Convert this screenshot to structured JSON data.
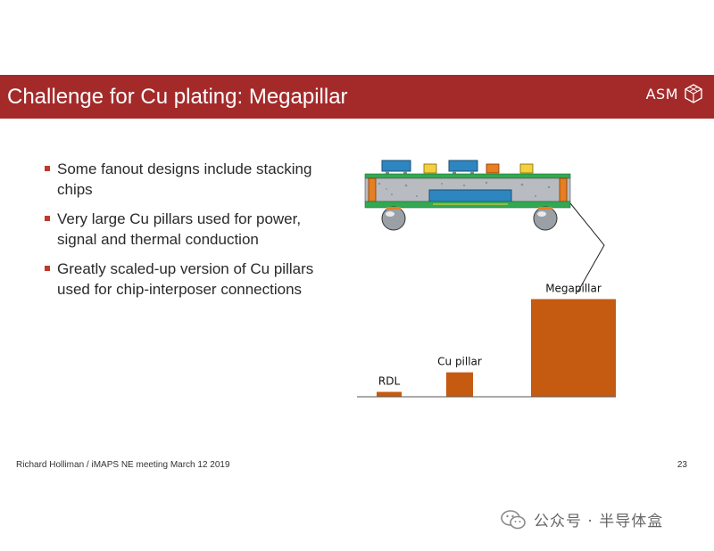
{
  "slide": {
    "title": "Challenge for Cu plating: Megapillar",
    "logo_text": "ASM",
    "bullets": [
      "Some fanout designs include stacking chips",
      "Very large Cu pillars used for power, signal and thermal conduction",
      "Greatly scaled-up version of Cu pillars used for chip-interposer connections"
    ],
    "footer": "Richard Holliman / iMAPS NE meeting March 12 2019",
    "page_number": "23",
    "watermark": "公众号 · 半导体盒"
  },
  "chart_data": {
    "type": "bar",
    "categories": [
      "RDL",
      "Cu pillar",
      "Megapillar"
    ],
    "values": [
      0.5,
      2.5,
      10
    ],
    "ylim": [
      0,
      10.5
    ],
    "title": "",
    "xlabel": "",
    "ylabel": "",
    "grid": false,
    "bar_color": "#c55a11"
  },
  "colors": {
    "title_bar": "#a42a2a",
    "bullet_mark": "#c0392b",
    "bar": "#c55a11",
    "substrate_green": "#33a852",
    "chip_blue": "#2e86c1",
    "pillar_orange": "#e67e22",
    "component_yellow": "#f4d03f"
  }
}
